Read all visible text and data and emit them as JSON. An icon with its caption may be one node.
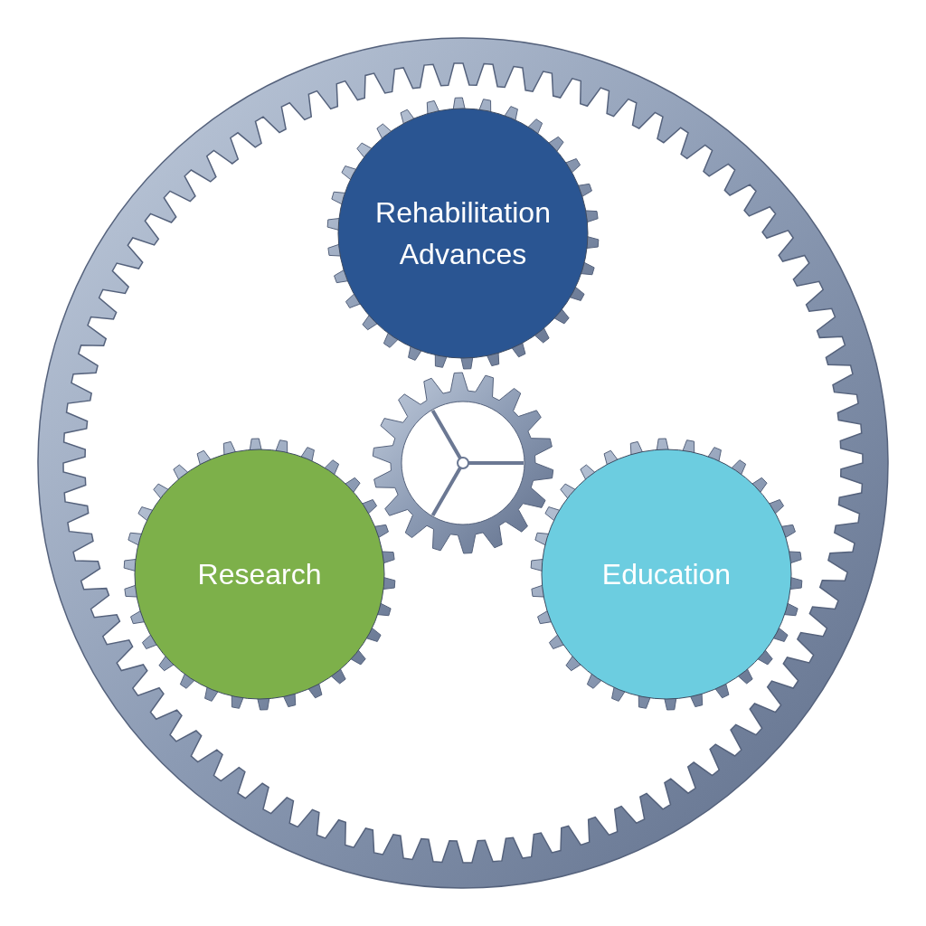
{
  "diagram": {
    "nodes": [
      {
        "text": [
          "Rehabilitation Advances"
        ]
      },
      {
        "text": [
          "Research"
        ]
      },
      {
        "text": [
          "Education"
        ]
      },
      {
        "text": [],
        "shape": "gear"
      }
    ]
  }
}
